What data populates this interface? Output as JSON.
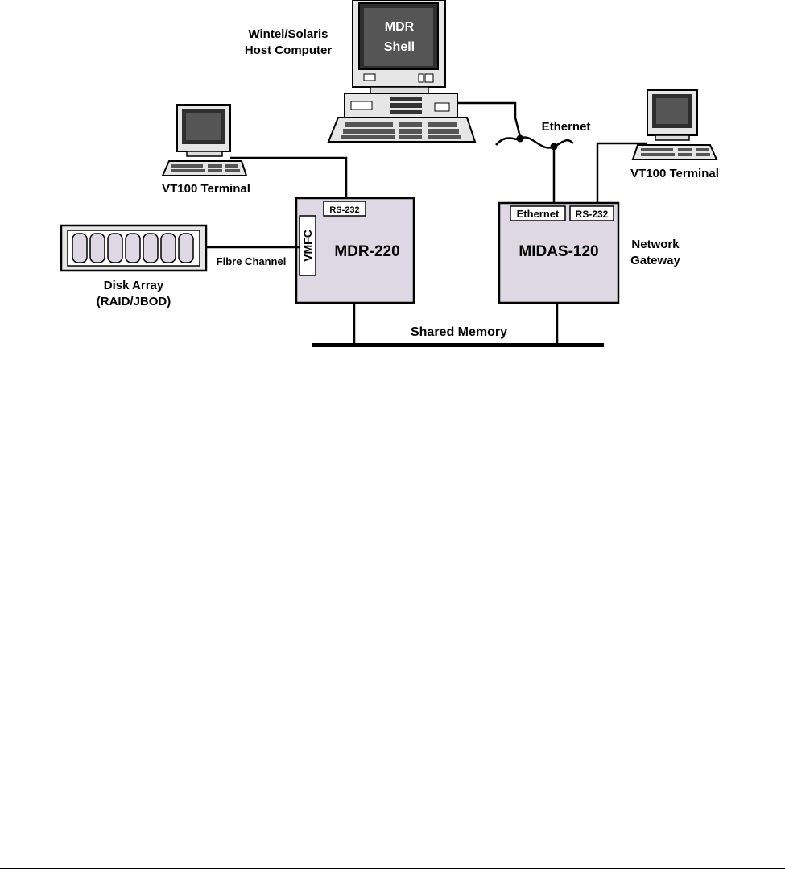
{
  "host": {
    "label_line1": "Wintel/Solaris",
    "label_line2": "Host Computer",
    "screen_line1": "MDR",
    "screen_line2": "Shell"
  },
  "network": {
    "ethernet_label": "Ethernet"
  },
  "terminal_left": {
    "label": "VT100 Terminal"
  },
  "terminal_right": {
    "label": "VT100 Terminal"
  },
  "mdr": {
    "title": "MDR-220",
    "rs232_label": "RS-232",
    "vmfc_label": "VMFC"
  },
  "midas": {
    "title": "MIDAS-120",
    "ethernet_port_label": "Ethernet",
    "rs232_label": "RS-232",
    "role_line1": "Network",
    "role_line2": "Gateway"
  },
  "disk_array": {
    "fibre_label": "Fibre Channel",
    "label_line1": "Disk Array",
    "label_line2": "(RAID/JBOD)"
  },
  "bus": {
    "label": "Shared Memory"
  },
  "colors": {
    "box_fill": "#ddd8e3",
    "screen_dark": "#4a4a4a",
    "ink": "#000000"
  }
}
